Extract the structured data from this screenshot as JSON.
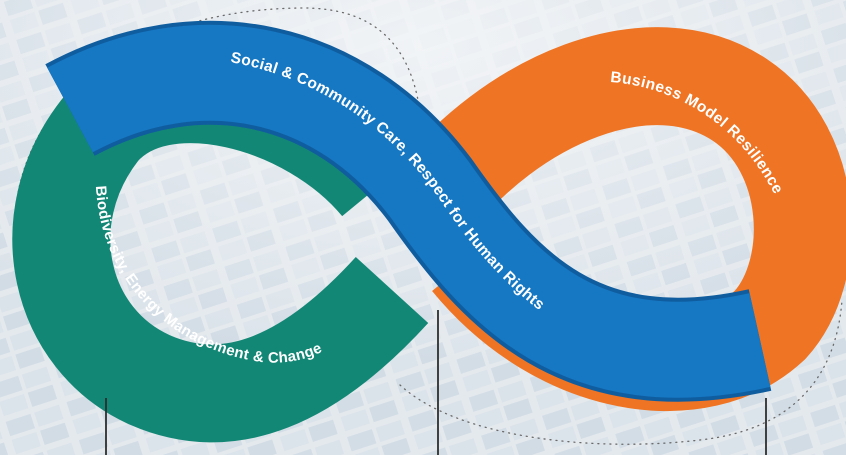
{
  "diagram": {
    "labels": {
      "social": "Social & Community Care, Respect for Human Rights",
      "business": "Business Model Resilience",
      "biodiversity": "Biodiversity, Energy Management & Change"
    },
    "colors": {
      "blue": "#1677c3",
      "blue_dark": "#0f5d9e",
      "orange": "#ef7424",
      "orange_dark": "#c9591a",
      "teal": "#138775",
      "teal_dark": "#0c6b5c",
      "background": "#e9edf0",
      "pointer_line": "#2e2e2e",
      "dotted_arc": "#6a6a6a"
    }
  }
}
